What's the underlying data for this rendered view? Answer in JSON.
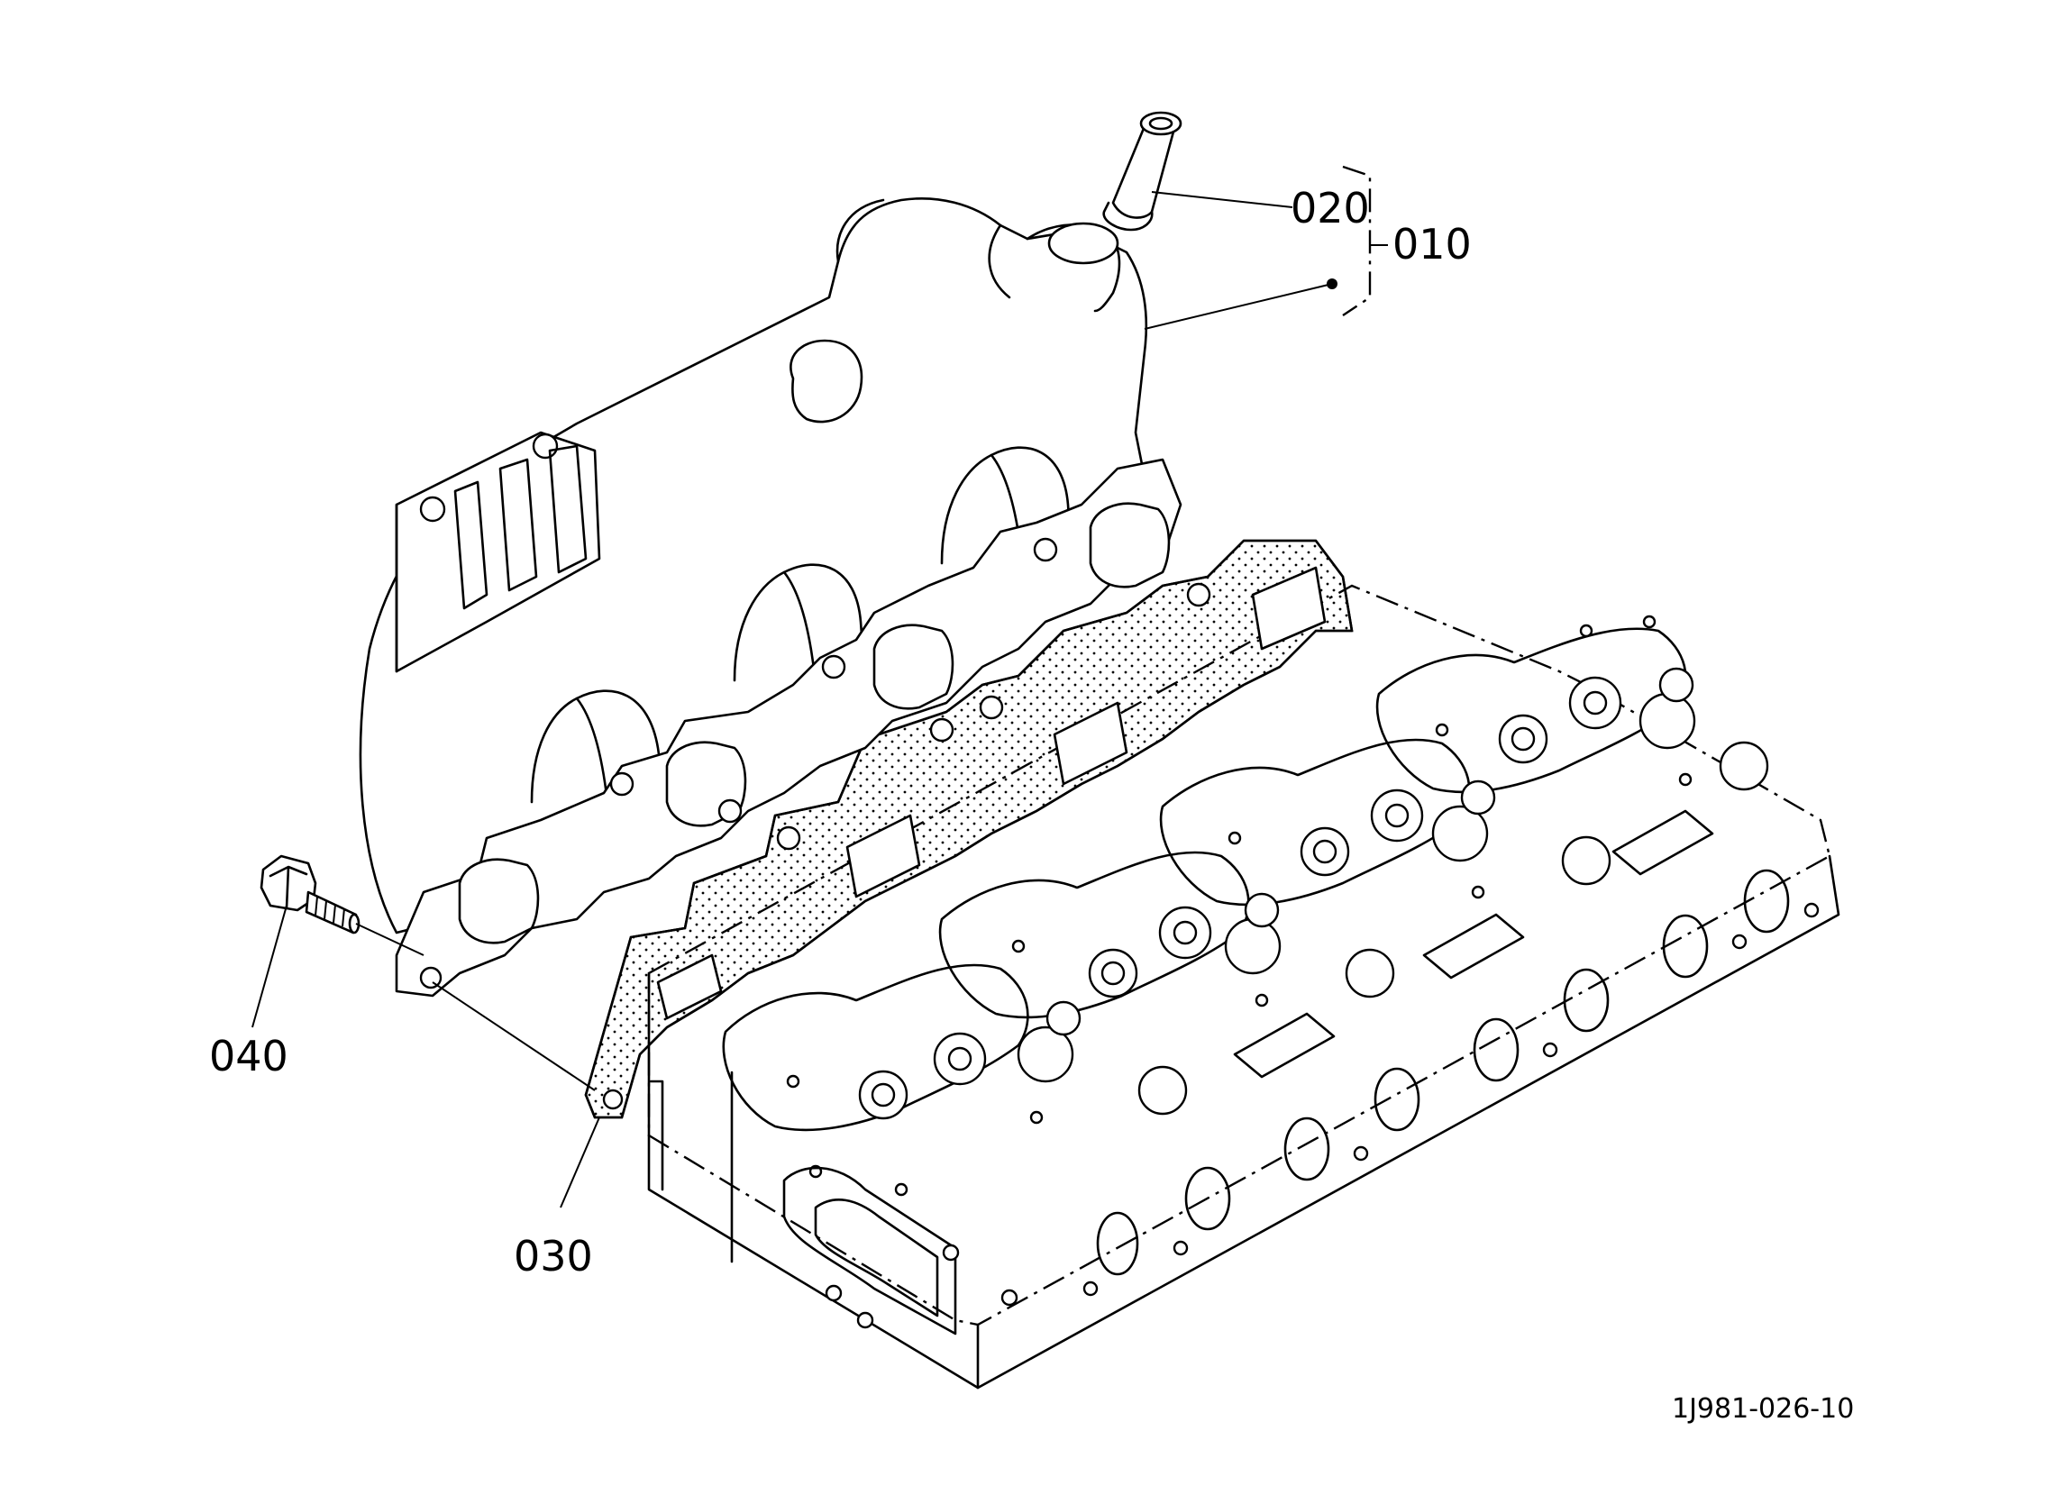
{
  "labels": {
    "part_010": "010",
    "part_020": "020",
    "part_030": "030",
    "part_040": "040"
  },
  "drawing_number": "1J981-026-10",
  "colors": {
    "line": "#000000",
    "background": "#ffffff"
  }
}
